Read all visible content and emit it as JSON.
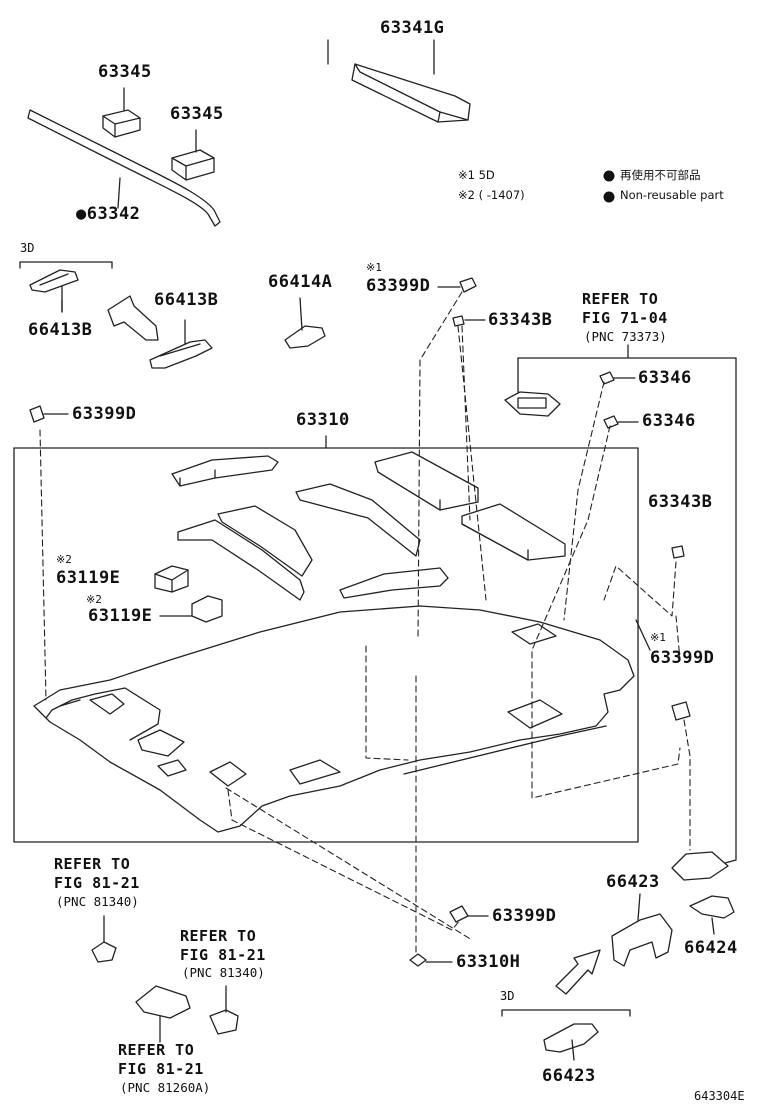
{
  "figure_code": "643304E",
  "legend": {
    "note1": "※1 5D",
    "note2": "※2 (      -1407)",
    "nonreusable_jp": "再使用不可部品",
    "nonreusable_en": "Non-reusable part"
  },
  "labels": {
    "p63341G": "63341G",
    "p63345_a": "63345",
    "p63345_b": "63345",
    "p63342": "●63342",
    "p3d_left": "3D",
    "p66413B_a": "66413B",
    "p66413B_b": "66413B",
    "p66414A": "66414A",
    "mark1_a": "※1",
    "p63399D_top": "63399D",
    "p63343B_top": "63343B",
    "refer_7104_l1": "REFER TO",
    "refer_7104_l2": "FIG 71-04",
    "refer_7104_pnc": "(PNC 73373)",
    "p63346_a": "63346",
    "p63346_b": "63346",
    "p63399D_left": "63399D",
    "p63310": "63310",
    "p63343B_right": "63343B",
    "mark2_a": "※2",
    "p63119E_a": "63119E",
    "mark2_b": "※2",
    "p63119E_b": "63119E",
    "mark1_b": "※1",
    "p63399D_right": "63399D",
    "refer_8121a_l1": "REFER TO",
    "refer_8121a_l2": "FIG 81-21",
    "refer_8121a_pnc": "(PNC 81340)",
    "refer_8121b_l1": "REFER TO",
    "refer_8121b_l2": "FIG 81-21",
    "refer_8121b_pnc": "(PNC 81340)",
    "refer_8121c_l1": "REFER TO",
    "refer_8121c_l2": "FIG 81-21",
    "refer_8121c_pnc": "(PNC 81260A)",
    "p63399D_bottom": "63399D",
    "p63310H": "63310H",
    "p66423_a": "66423",
    "p66424": "66424",
    "p3d_bottom": "3D",
    "p66423_b": "66423"
  }
}
